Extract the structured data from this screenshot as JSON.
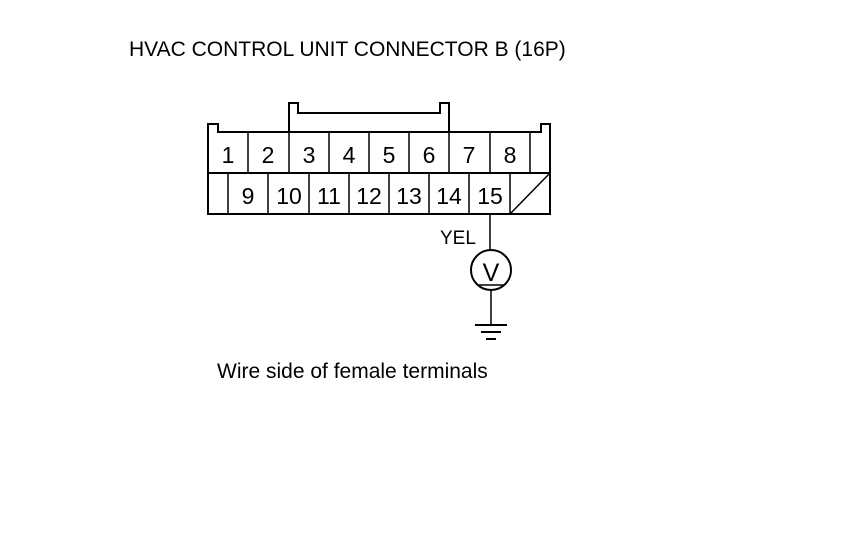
{
  "title": "HVAC CONTROL UNIT CONNECTOR B (16P)",
  "caption": "Wire side of female terminals",
  "connector": {
    "top_row": [
      "1",
      "2",
      "3",
      "4",
      "5",
      "6",
      "7",
      "8"
    ],
    "bottom_row": [
      "9",
      "10",
      "11",
      "12",
      "13",
      "14",
      "15"
    ]
  },
  "probe": {
    "terminal": "15",
    "wire_color": "YEL",
    "meter_symbol": "V"
  },
  "icons": {
    "voltmeter": "voltmeter-icon",
    "ground": "ground-icon"
  }
}
